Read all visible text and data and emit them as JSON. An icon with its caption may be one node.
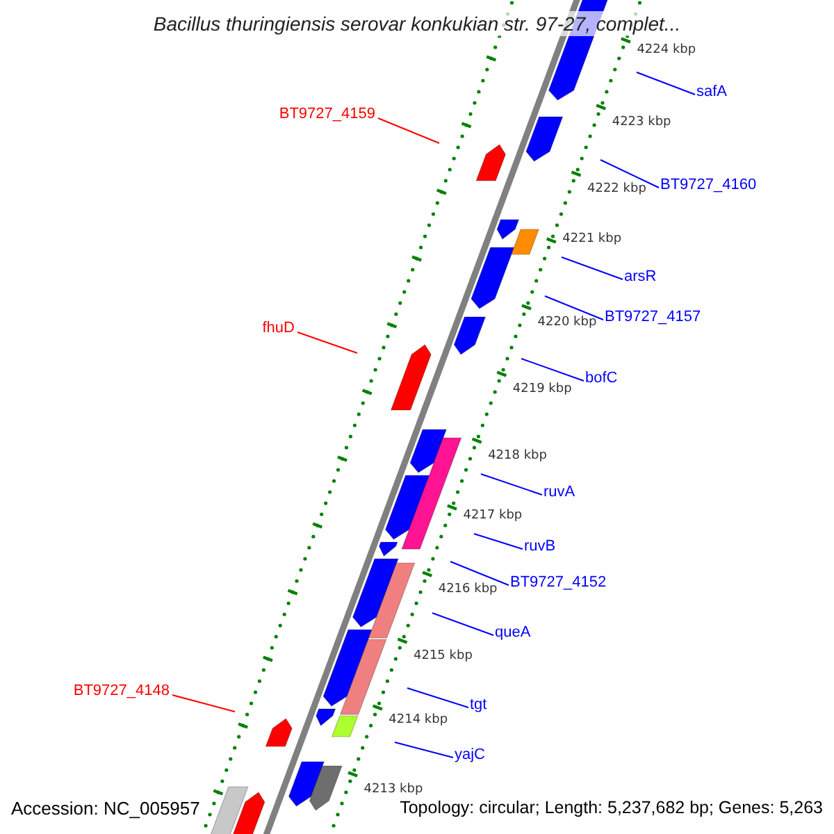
{
  "diagram": {
    "title": "Bacillus thuringiensis serovar konkukian str. 97-27, complet...",
    "nodes": [
      {
        "text": [
          "safA"
        ]
      },
      {
        "text": [
          "BT9727_4159"
        ]
      },
      {
        "text": [
          "BT9727_4160"
        ]
      },
      {
        "text": [
          "arsR"
        ]
      },
      {
        "text": [
          "BT9727_4157"
        ]
      },
      {
        "text": [
          "fhuD"
        ]
      },
      {
        "text": [
          "bofC"
        ]
      },
      {
        "text": [
          "ruvA"
        ]
      },
      {
        "text": [
          "ruvB"
        ]
      },
      {
        "text": [
          "BT9727_4152"
        ]
      },
      {
        "text": [
          "queA"
        ]
      },
      {
        "text": [
          "BT9727_4148"
        ]
      },
      {
        "text": [
          "tgt"
        ]
      },
      {
        "text": [
          "yajC"
        ]
      }
    ],
    "edges": [
      {
        "from": 0,
        "to": null,
        "arrow": "none"
      },
      {
        "from": 1,
        "to": null,
        "arrow": "none",
        "color": "#ff0000"
      },
      {
        "from": 2,
        "to": null,
        "arrow": "none"
      },
      {
        "from": 3,
        "to": null,
        "arrow": "none"
      },
      {
        "from": 4,
        "to": null,
        "arrow": "none"
      },
      {
        "from": 5,
        "to": null,
        "arrow": "none",
        "color": "#ff0000"
      },
      {
        "from": 6,
        "to": null,
        "arrow": "none"
      },
      {
        "from": 7,
        "to": null,
        "arrow": "none"
      },
      {
        "from": 8,
        "to": null,
        "arrow": "none"
      },
      {
        "from": 9,
        "to": null,
        "arrow": "none"
      },
      {
        "from": 10,
        "to": null,
        "arrow": "none"
      },
      {
        "from": 11,
        "to": null,
        "arrow": "none",
        "color": "#ff0000"
      },
      {
        "from": 12,
        "to": null,
        "arrow": "none"
      },
      {
        "from": 13,
        "to": null,
        "arrow": "none"
      }
    ],
    "labels": [
      "4224 kbp",
      "4223 kbp",
      "4222 kbp",
      "4221 kbp",
      "4220 kbp",
      "4219 kbp",
      "4218 kbp",
      "4217 kbp",
      "4216 kbp",
      "4215 kbp",
      "4214 kbp",
      "4213 kbp",
      "Accession: NC_005957",
      "Topology: circular; Length: 5,237,682 bp; Genes: 5,263"
    ]
  }
}
